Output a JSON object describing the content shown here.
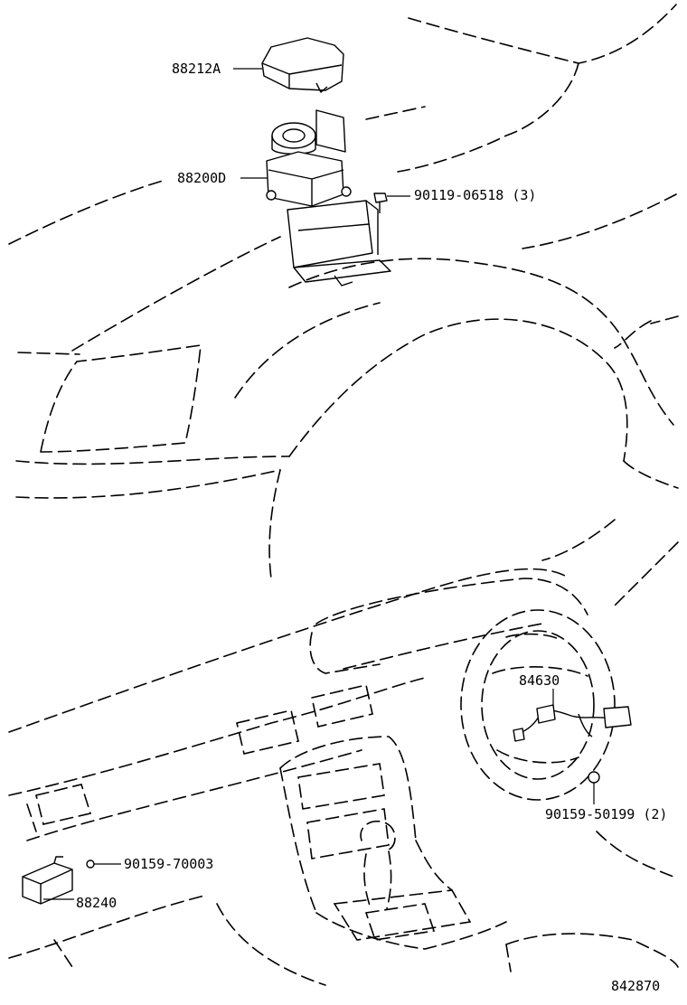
{
  "callouts": {
    "c88212a": "88212A",
    "c88200d": "88200D",
    "c90119": "90119-06518 (3)",
    "c84630": "84630",
    "c90159b": "90159-50199 (2)",
    "c90159a": "90159-70003",
    "c88240": "88240"
  },
  "figure_id": "842870"
}
